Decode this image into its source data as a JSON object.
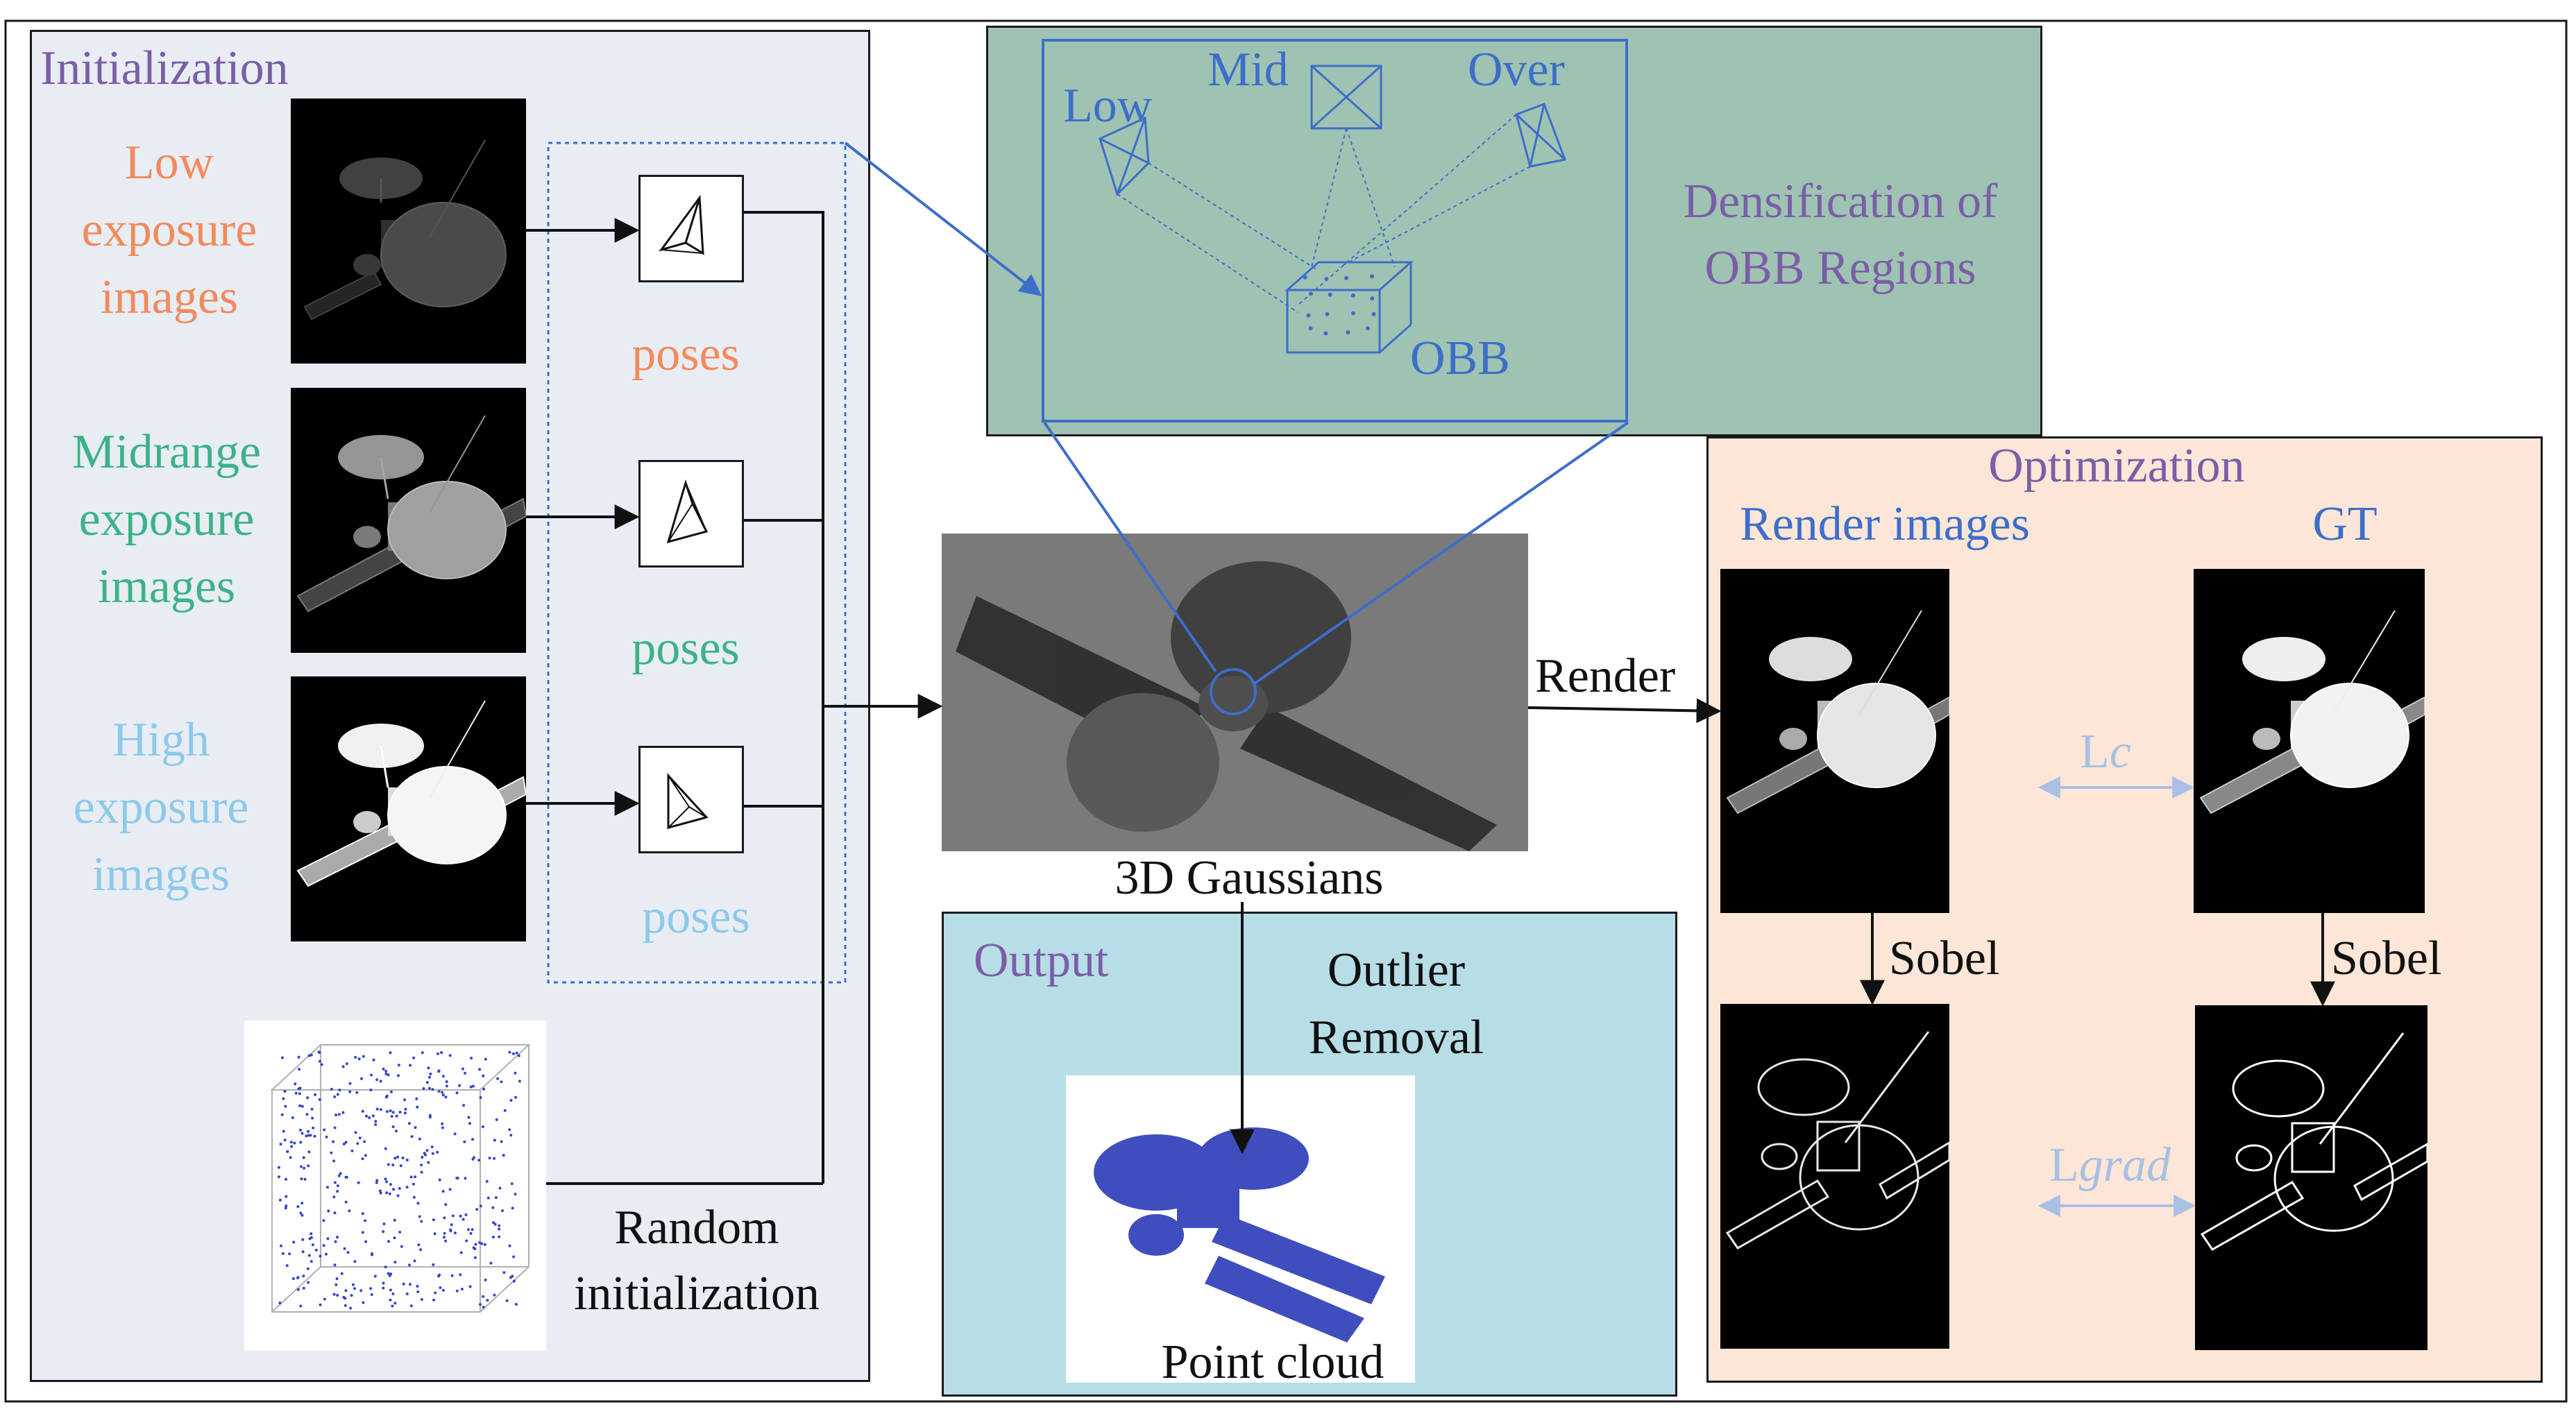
{
  "colors": {
    "init_bg": "#e8edf4",
    "densify_bg": "#9fc3b2",
    "optim_bg": "#fbe6d7",
    "output_bg": "#b7dde6",
    "purple": "#7b5ea7",
    "low": "#f28a5c",
    "mid": "#3db286",
    "high": "#8ec9ea",
    "blue": "#3d6ec9",
    "loss": "#a9c0e4"
  },
  "init": {
    "title": "Initialization",
    "low_label": [
      "Low",
      "exposure",
      "images"
    ],
    "mid_label": [
      "Midrange",
      "exposure",
      "images"
    ],
    "high_label": [
      "High",
      "exposure",
      "images"
    ],
    "poses": [
      "poses",
      "poses",
      "poses"
    ],
    "random_label": [
      "Random",
      "initialization"
    ]
  },
  "densify": {
    "title": [
      "Densification of",
      "OBB Regions"
    ],
    "low": "Low",
    "mid": "Mid",
    "over": "Over",
    "obb": "OBB"
  },
  "gaussians": {
    "label": "3D Gaussians"
  },
  "render": {
    "label": "Render"
  },
  "output": {
    "title": "Output",
    "outlier": [
      "Outlier",
      "Removal"
    ],
    "pointcloud": "Point cloud"
  },
  "optim": {
    "title": "Optimization",
    "render_images": "Render images",
    "gt": "GT",
    "sobel": [
      "Sobel",
      "Sobel"
    ],
    "lc": [
      "L",
      "c"
    ],
    "lgrad": [
      "L",
      "grad"
    ]
  }
}
